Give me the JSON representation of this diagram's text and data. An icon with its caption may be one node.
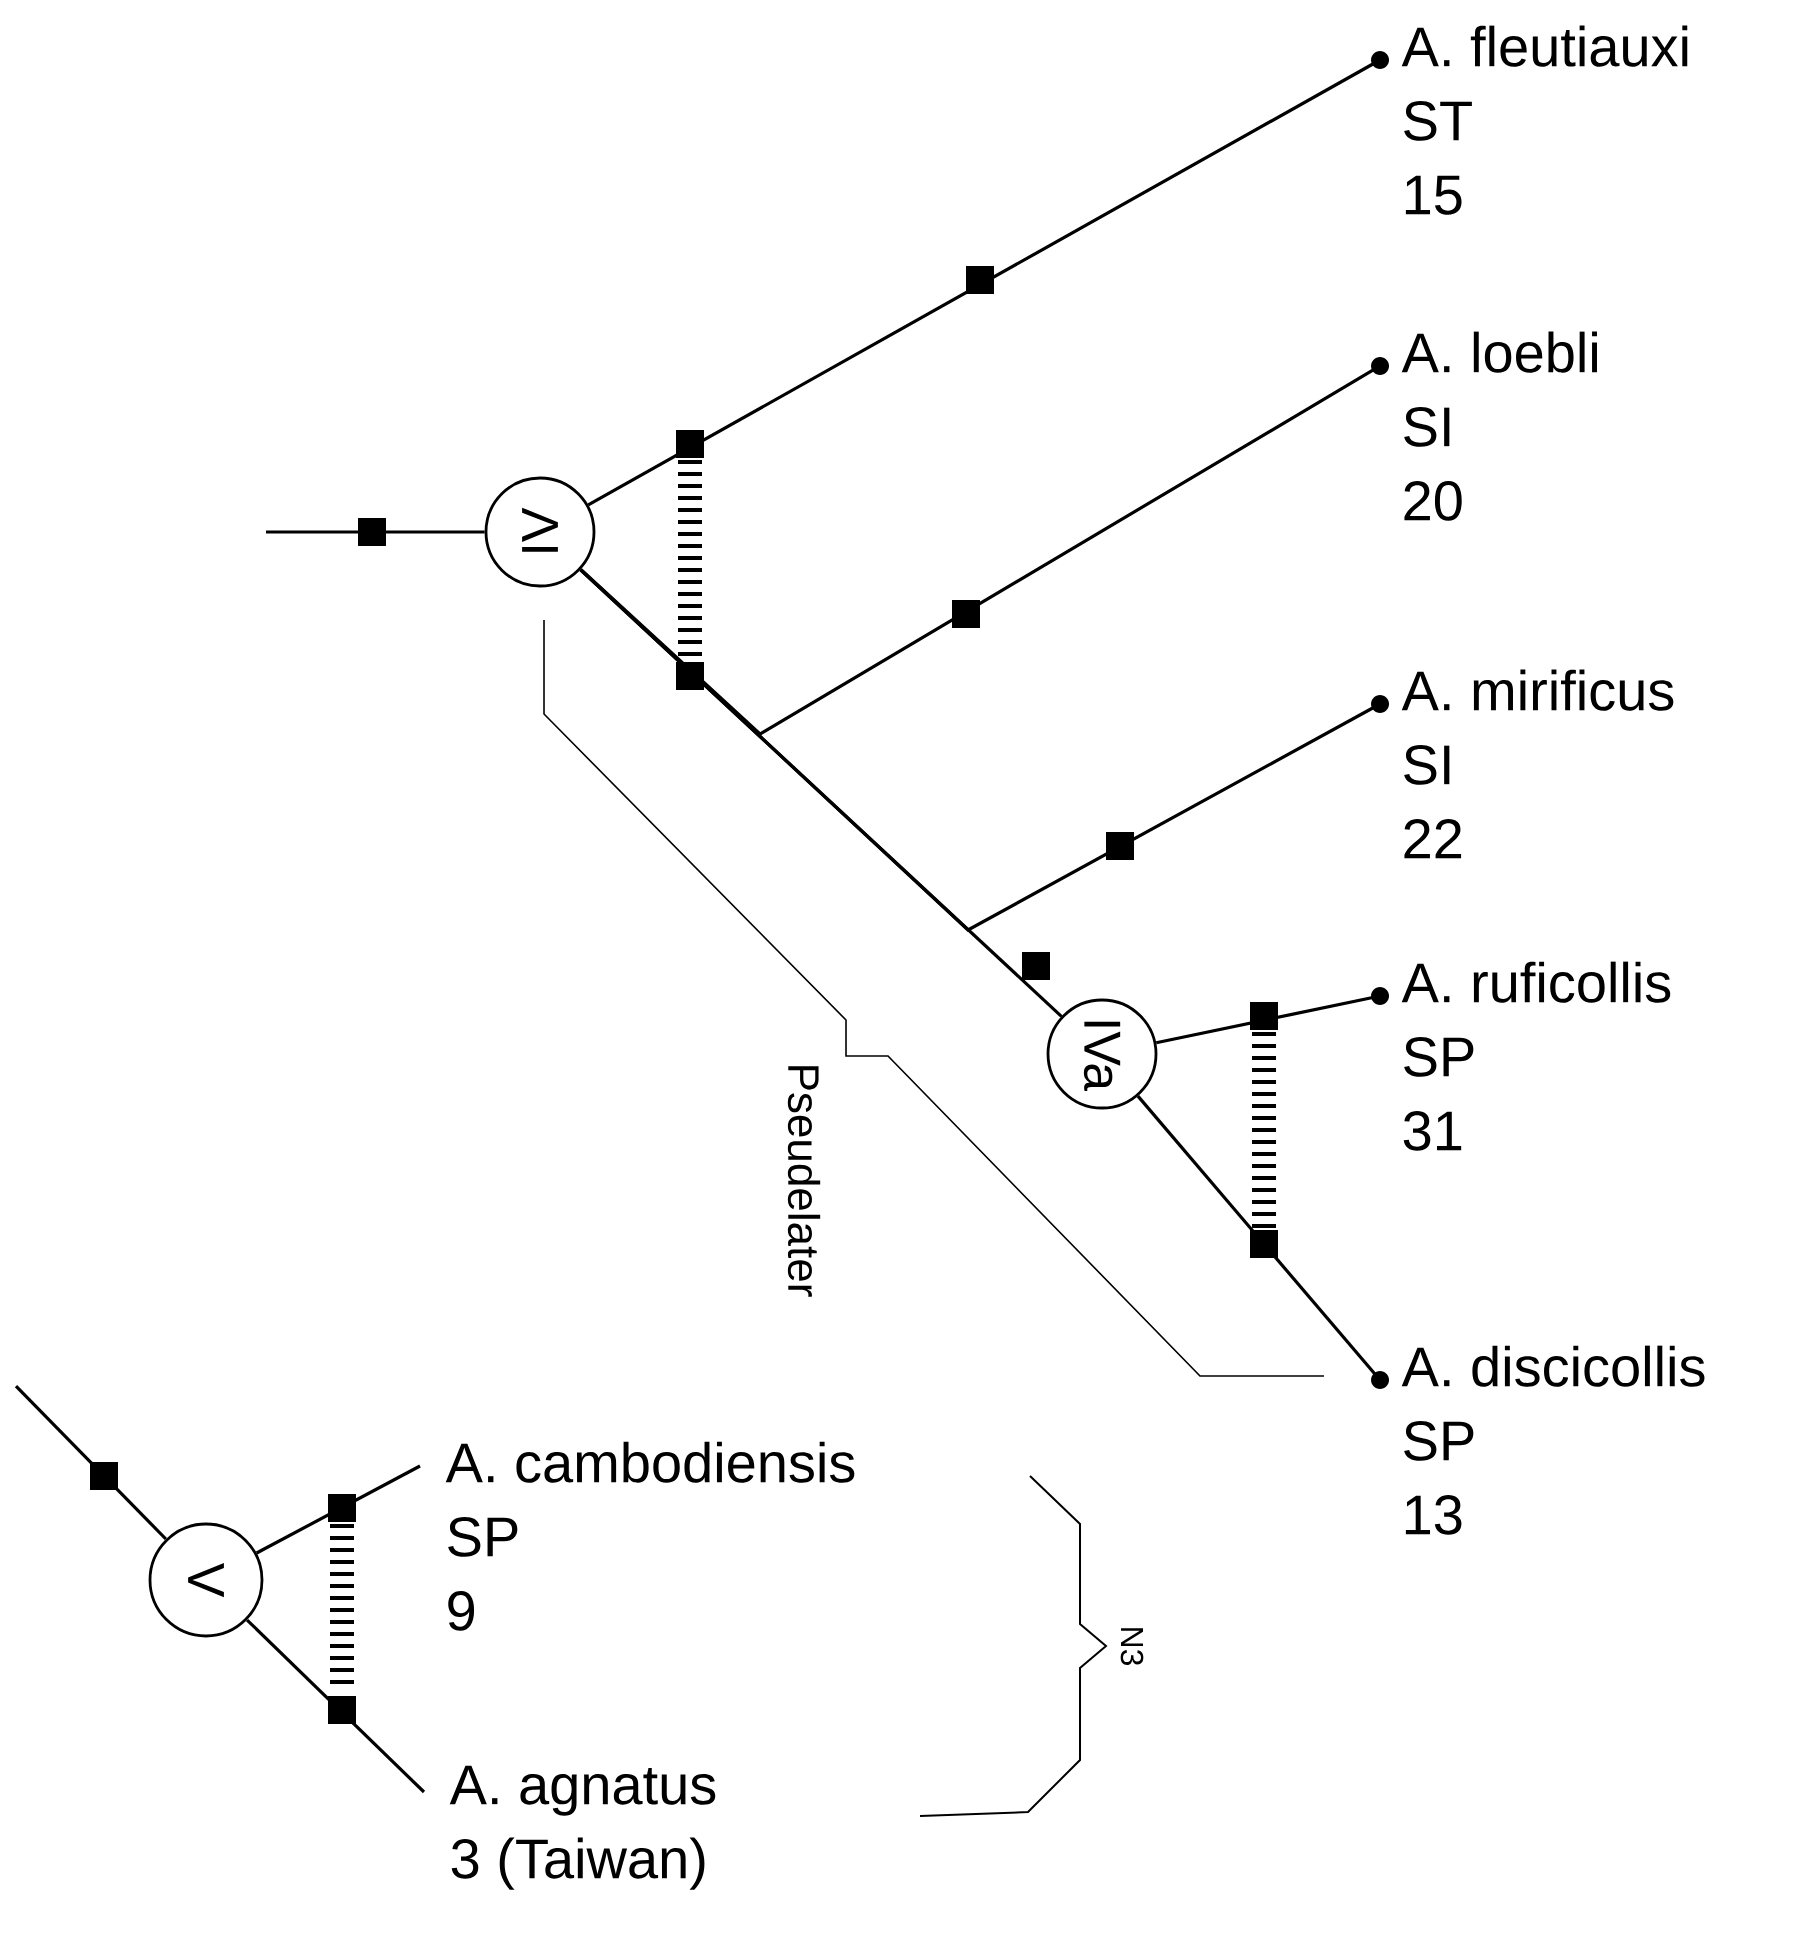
{
  "diagram": {
    "nodes": [
      {
        "text": [
          "IV"
        ]
      },
      {
        "text": [
          "IVa"
        ]
      },
      {
        "text": [
          "V"
        ]
      },
      {
        "text": [
          "A. fleutiauxi",
          "ST",
          "15"
        ]
      },
      {
        "text": [
          "A. loebli",
          "SI",
          "20"
        ]
      },
      {
        "text": [
          "A. mirificus",
          "SI",
          "22"
        ]
      },
      {
        "text": [
          "A. ruficollis",
          "SP",
          "31"
        ]
      },
      {
        "text": [
          "A. discicollis",
          "SP",
          "13"
        ]
      },
      {
        "text": [
          "A. cambodiensis",
          "SP",
          "9"
        ]
      },
      {
        "text": [
          "A. agnatus",
          "3 (Taiwan)"
        ]
      }
    ],
    "edges": [
      {
        "from": null,
        "to": 0,
        "arrow": "none"
      },
      {
        "from": 0,
        "to": 3,
        "arrow": "other"
      },
      {
        "from": 0,
        "to": 4,
        "arrow": "other"
      },
      {
        "from": 0,
        "to": 5,
        "arrow": "other"
      },
      {
        "from": 0,
        "to": 1,
        "arrow": "none"
      },
      {
        "from": 1,
        "to": 6,
        "arrow": "other"
      },
      {
        "from": 1,
        "to": 7,
        "arrow": "other"
      },
      {
        "from": null,
        "to": 2,
        "arrow": "none"
      },
      {
        "from": 2,
        "to": 8,
        "arrow": "none"
      },
      {
        "from": 2,
        "to": 9,
        "arrow": "none"
      }
    ],
    "labels": [
      "Pseudelater",
      "N3"
    ]
  }
}
